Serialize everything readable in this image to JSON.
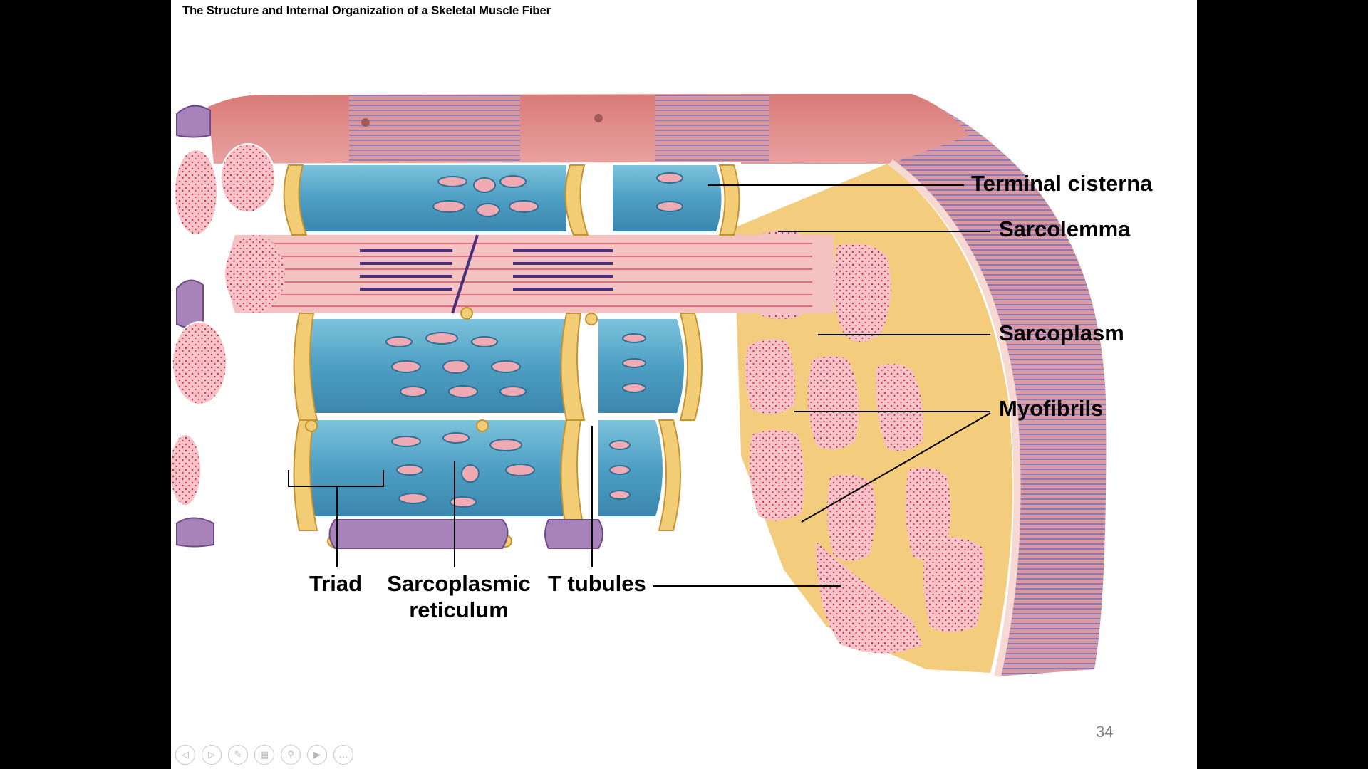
{
  "slide": {
    "title": "The Structure and Internal Organization of a Skeletal Muscle Fiber",
    "page_number": "34"
  },
  "labels": {
    "terminal_cisterna": "Terminal cisterna",
    "sarcolemma": "Sarcolemma",
    "sarcoplasm": "Sarcoplasm",
    "myofibrils": "Myofibrils",
    "triad": "Triad",
    "sarcoplasmic_reticulum_line1": "Sarcoplasmic",
    "sarcoplasmic_reticulum_line2": "reticulum",
    "t_tubules": "T tubules"
  },
  "colors": {
    "background": "#000000",
    "slide": "#ffffff",
    "sarcolemma_pink": "#e8a3a3",
    "sarcolemma_stripe": "#8f78b0",
    "reticulum_blue": "#5aa9c8",
    "t_tubule_yellow": "#f2cf7a",
    "myofibril_pink": "#f2b5bd",
    "mitochondria_purple": "#a984b8",
    "sarcoplasm_cream": "#f7dca5"
  },
  "toolbar": {
    "icons": [
      "prev-icon",
      "next-icon",
      "pen-icon",
      "slides-grid-icon",
      "zoom-icon",
      "video-icon",
      "more-icon"
    ]
  }
}
